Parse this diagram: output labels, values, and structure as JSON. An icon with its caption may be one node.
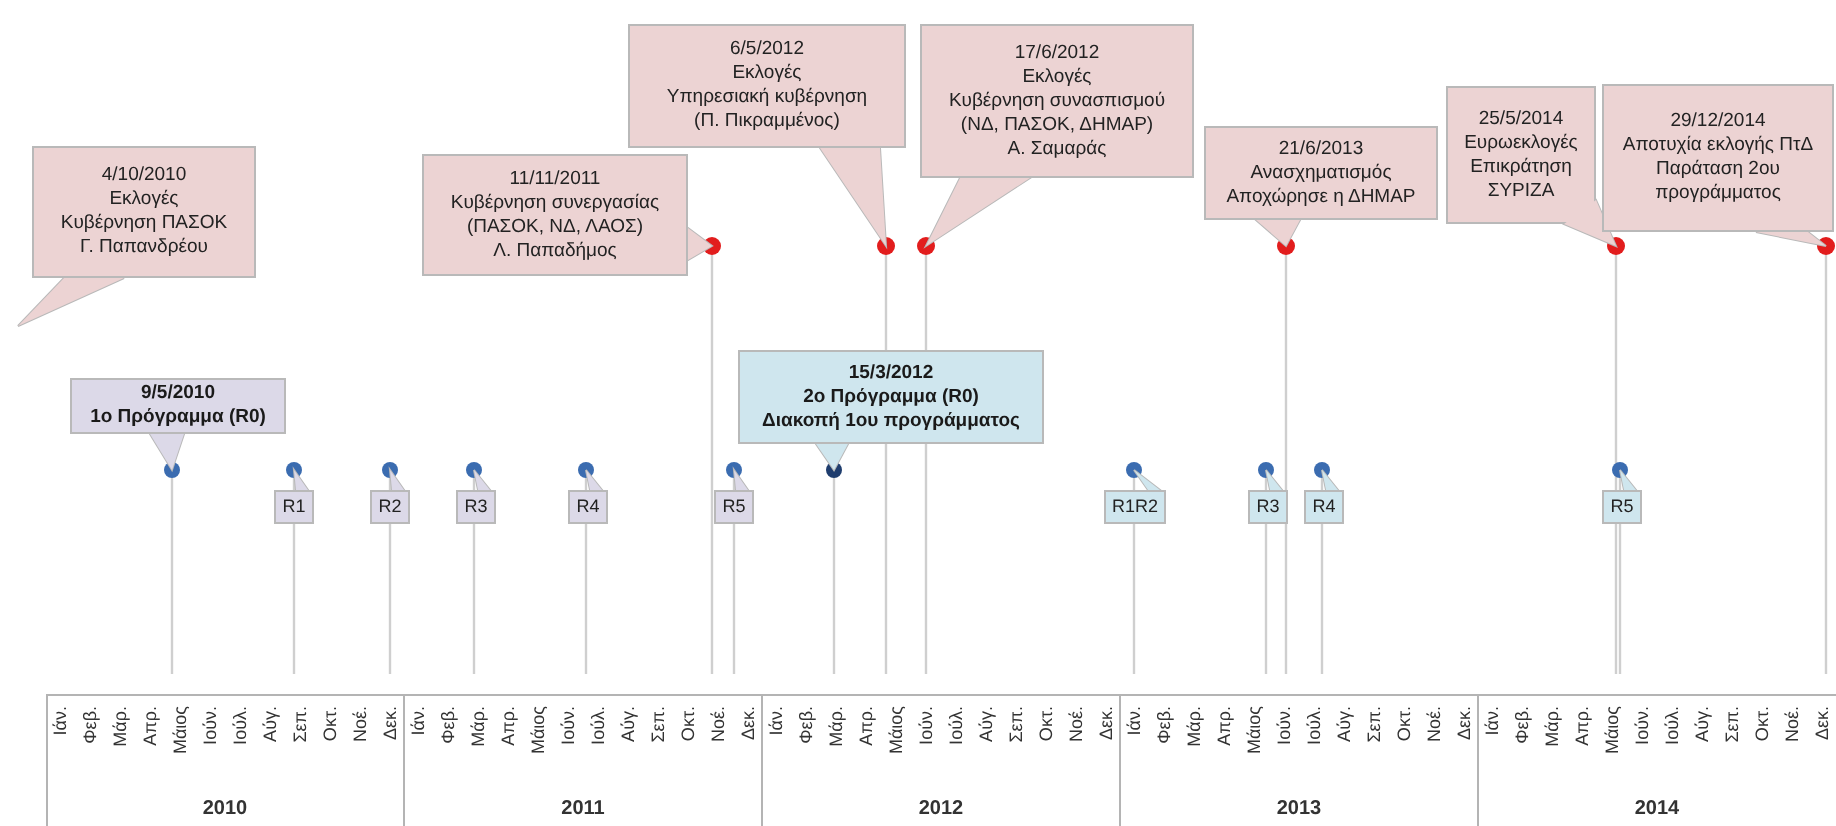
{
  "diagram": {
    "nodes": [
      {
        "text": [
          "4/10/2010",
          "Εκλογές",
          "Κυβέρνηση ΠΑΣΟΚ",
          "Γ. Παπανδρέου"
        ]
      },
      {
        "text": [
          "11/11/2011",
          "Κυβέρνηση συνεργασίας",
          "(ΠΑΣΟΚ, ΝΔ, ΛΑΟΣ)",
          "Λ. Παπαδήμος"
        ]
      },
      {
        "text": [
          "6/5/2012",
          "Εκλογές",
          "Υπηρεσιακή κυβέρνηση",
          "(Π. Πικραμμένος)"
        ]
      },
      {
        "text": [
          "17/6/2012",
          "Εκλογές",
          "Κυβέρνηση συνασπισμού",
          "(ΝΔ, ΠΑΣΟΚ, ΔΗΜΑΡ)",
          "Α. Σαμαράς"
        ]
      },
      {
        "text": [
          "21/6/2013",
          "Ανασχηματισμός",
          "Αποχώρησε η ΔΗΜΑΡ"
        ]
      },
      {
        "text": [
          "25/5/2014",
          "Ευρωεκλογές",
          "Επικράτηση",
          "ΣΥΡΙΖΑ"
        ]
      },
      {
        "text": [
          "29/12/2014",
          "Αποτυχία εκλογής ΠτΔ",
          "Παράταση 2ου προγράμματος"
        ]
      },
      {
        "text": [
          "9/5/2010",
          "1ο Πρόγραμμα (R0)"
        ]
      },
      {
        "text": [
          "15/3/2012",
          "2ο Πρόγραμμα (R0)",
          "Διακοπή 1ου προγράμματος"
        ]
      },
      {
        "text": [
          "R1"
        ]
      },
      {
        "text": [
          "R2"
        ]
      },
      {
        "text": [
          "R3"
        ]
      },
      {
        "text": [
          "R4"
        ]
      },
      {
        "text": [
          "R5"
        ]
      },
      {
        "text": [
          "R1R2"
        ]
      },
      {
        "text": [
          "R3"
        ]
      },
      {
        "text": [
          "R4"
        ]
      },
      {
        "text": [
          "R5"
        ]
      }
    ],
    "labels": [
      "Ιάν.",
      "Φεβ.",
      "Μάρ.",
      "Απρ.",
      "Μάιος",
      "Ιούν.",
      "Ιούλ.",
      "Αύγ.",
      "Σεπ.",
      "Οκτ.",
      "Νοέ.",
      "Δεκ.",
      "Ιάν.",
      "Φεβ.",
      "Μάρ.",
      "Απρ.",
      "Μάιος",
      "Ιούν.",
      "Ιούλ.",
      "Αύγ.",
      "Σεπ.",
      "Οκτ.",
      "Νοέ.",
      "Δεκ.",
      "Ιάν.",
      "Φεβ.",
      "Μάρ.",
      "Απρ.",
      "Μάιος",
      "Ιούν.",
      "Ιούλ.",
      "Αύγ.",
      "Σεπ.",
      "Οκτ.",
      "Νοέ.",
      "Δεκ.",
      "Ιάν.",
      "Φεβ.",
      "Μάρ.",
      "Απρ.",
      "Μάιος",
      "Ιούν.",
      "Ιούλ.",
      "Αύγ.",
      "Σεπ.",
      "Οκτ.",
      "Νοέ.",
      "Δεκ.",
      "Ιάν.",
      "Φεβ.",
      "Μάρ.",
      "Απρ.",
      "Μάιος",
      "Ιούν.",
      "Ιούλ.",
      "Αύγ.",
      "Σεπ.",
      "Οκτ.",
      "Νοέ.",
      "Δεκ.",
      "2010",
      "2011",
      "2012",
      "2013",
      "2014"
    ]
  }
}
